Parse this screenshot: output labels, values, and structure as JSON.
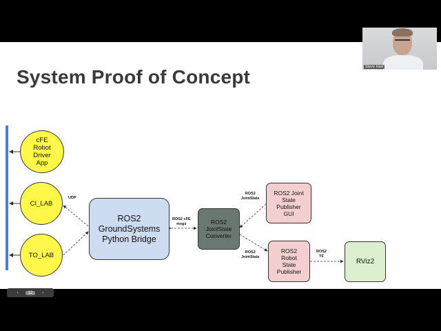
{
  "slide": {
    "title": "System Proof of Concept",
    "nodes": {
      "cfe_robot": "cFE\nRobot\nDriver\nApp",
      "ci_lab": "CI_LAB",
      "to_lab": "TO_LAB",
      "bridge": "ROS2\nGroundSystems\nPython Bridge",
      "converter": "ROS2\nJointState\nConverter",
      "jsp_gui": "ROS2 Joint\nState\nPublisher\nGUI",
      "rsp": "ROS2\nRobot\nState\nPublisher",
      "rviz": "RViz2"
    },
    "edge_labels": {
      "udp": "UDP",
      "cfe_msgs": "ROS2 cFE\nmsgs",
      "jointstate_top": "ROS2\nJointState",
      "jointstate_bottom": "ROS2\nJointState",
      "tf": "ROS2\nTF"
    }
  },
  "video": {
    "participant_name": "Steve Hart"
  },
  "pager": {
    "prev": "‹",
    "page": "12",
    "next": "›"
  },
  "colors": {
    "circle": "#fff84a",
    "bridge": "#cddcf0",
    "converter": "#6b7771",
    "pink": "#f4cfd0",
    "green": "#dcefcf",
    "accent_bar": "#4a7fd6"
  }
}
